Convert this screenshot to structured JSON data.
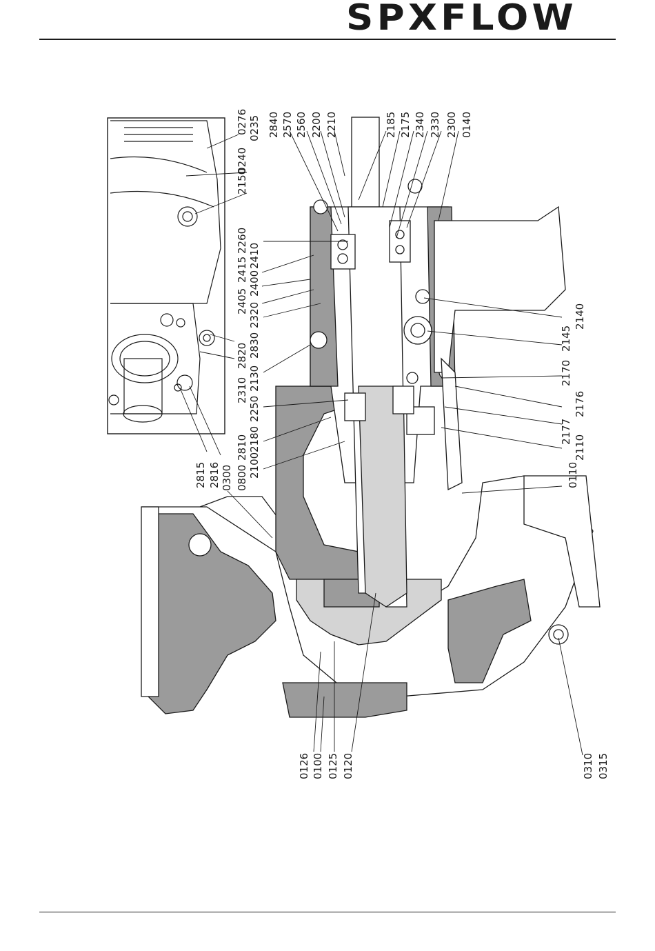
{
  "header": {
    "brand": "SPXFLOW"
  },
  "callouts": {
    "top": [
      "0276",
      "0240",
      "0235",
      "2150",
      "2840",
      "2570",
      "2560",
      "2200",
      "2210",
      "2185",
      "2175",
      "2340",
      "2330",
      "2300",
      "0140",
      "2260",
      "2415",
      "2410",
      "2405",
      "2400",
      "2320",
      "2830",
      "2820",
      "2130",
      "2310",
      "2250",
      "2810",
      "2180",
      "2100",
      "2815",
      "2816",
      "0300",
      "0800",
      "2140",
      "2145",
      "2170",
      "2176",
      "2177",
      "2110",
      "0110"
    ],
    "bottom": [
      "0126",
      "0100",
      "0125",
      "0120",
      "0310",
      "0315"
    ]
  },
  "colors": {
    "ink": "#1a1a1a",
    "section_fill": "#9b9b9b",
    "light_fill": "#d4d4d4"
  }
}
